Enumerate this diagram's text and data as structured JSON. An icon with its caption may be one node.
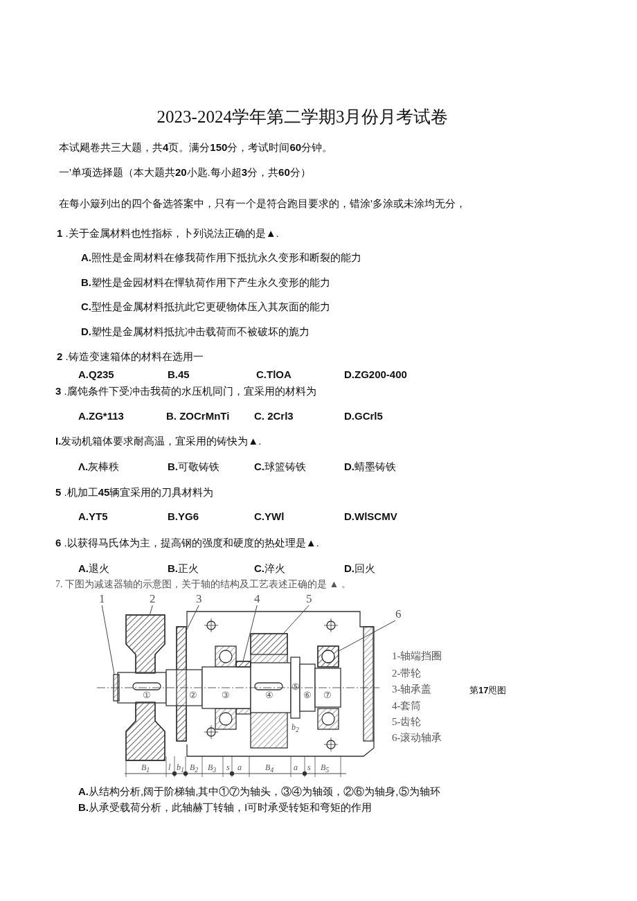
{
  "diagram": {
    "title": "2023-2024学年第二学期3月份月考试卷",
    "nodes": [
      {
        "text": [
          "1"
        ]
      },
      {
        "text": [
          "2"
        ]
      },
      {
        "text": [
          "3"
        ]
      },
      {
        "text": [
          "4"
        ]
      },
      {
        "text": [
          "5"
        ]
      },
      {
        "text": [
          "6"
        ]
      },
      {
        "text": [],
        "shape": "box"
      },
      {
        "text": [],
        "shape": "box"
      },
      {
        "text": [],
        "shape": "box"
      },
      {
        "text": [],
        "shape": "box"
      },
      {
        "text": [],
        "shape": "box"
      },
      {
        "text": [],
        "shape": "box"
      }
    ],
    "edges": [
      {
        "from": 0,
        "to": 6,
        "arrow": "none"
      },
      {
        "from": 1,
        "to": 7,
        "arrow": "none"
      },
      {
        "from": 2,
        "to": 8,
        "arrow": "none"
      },
      {
        "from": 3,
        "to": 9,
        "arrow": "none"
      },
      {
        "from": 4,
        "to": 10,
        "arrow": "none"
      },
      {
        "from": 5,
        "to": 11,
        "arrow": "none"
      }
    ],
    "labels": [
      "本试飓卷共三大题，共**4**页。满分**150**分，考试时间**60**分钟。",
      "一'单项选择题（本大题共**20**小匙.每小超**3**分，共**60**分）",
      "在每小簸列出的四个备选答案中，只有一个是符合跑目要求的，错涂'多涂或未涂均无分，",
      "**1** .关于金属材料也性指标，卜列说法正确的是▲.",
      "**A.**照性是金周材料在修我荷作用下抵抗永久变形和断裂的能力",
      "**B.**塑性是金园材料在憚轨荷作用下产生永久变形的能力",
      "**C.**型性是金属材料抵抗此它更硬物体压入其灰面的能力",
      "**D.**塑性是金属材料抵抗冲击载荷而不被破坏的旎力",
      "**2** .铸造变速箱体的材料在选用一",
      "A.Q235",
      "B.45",
      "C.TlOA",
      "D.ZG200-400",
      "**3** .腐饨条件下受冲击我荷的水压机同门，宜采用的材料为",
      "A.ZG*113",
      "B. ZOCrMnTi",
      "C. 2Crl3",
      "D.GCrl5",
      "**I.**发动机箱体要求耐高温，宜采用的铸快为▲.",
      "**Λ.**灰棒秩",
      "**B.**可敬铸铁",
      "**C.**球篮铸铁",
      "**D.**蜻墨铸铁",
      "**5** .机加工**45**辆宜采用的刀具材料为",
      "A.YT5",
      "B.YG6",
      "C.YWl",
      "D.WlSCMV",
      "**6** .以获得马氏体为主，提高钢的强度和硬度的热处理是▲.",
      "**A.**退火",
      "**B.**正火",
      "**C.**淬火",
      "**D.**回火",
      "7. 下图为减速器轴的示意图，关于轴的结构及工艺表述正确的是 ▲ 。",
      "①",
      "②",
      "③",
      "④",
      "⑤",
      "⑥",
      "⑦",
      "1-轴端挡圈",
      "2-带轮",
      "3-轴承盖",
      "4-套筒",
      "5-齿轮",
      "6-滚动轴承",
      "第**17**咫图",
      "b$_{2}$",
      "B$_{1}$",
      "l",
      "b$_{1}$",
      "B$_{2}$",
      "B$_{3}$",
      "s",
      "a",
      "B$_{4}$",
      "a",
      "s",
      "B$_{5}$",
      "**A.**从结构分析,阔于阶梯轴,其中①⑦为轴头，③④为轴颈，②⑥为轴身,⑤为轴环",
      "**B.**从承受载荷分析，此轴赫丁转轴，I可时承受转矩和弯矩的作用"
    ]
  }
}
